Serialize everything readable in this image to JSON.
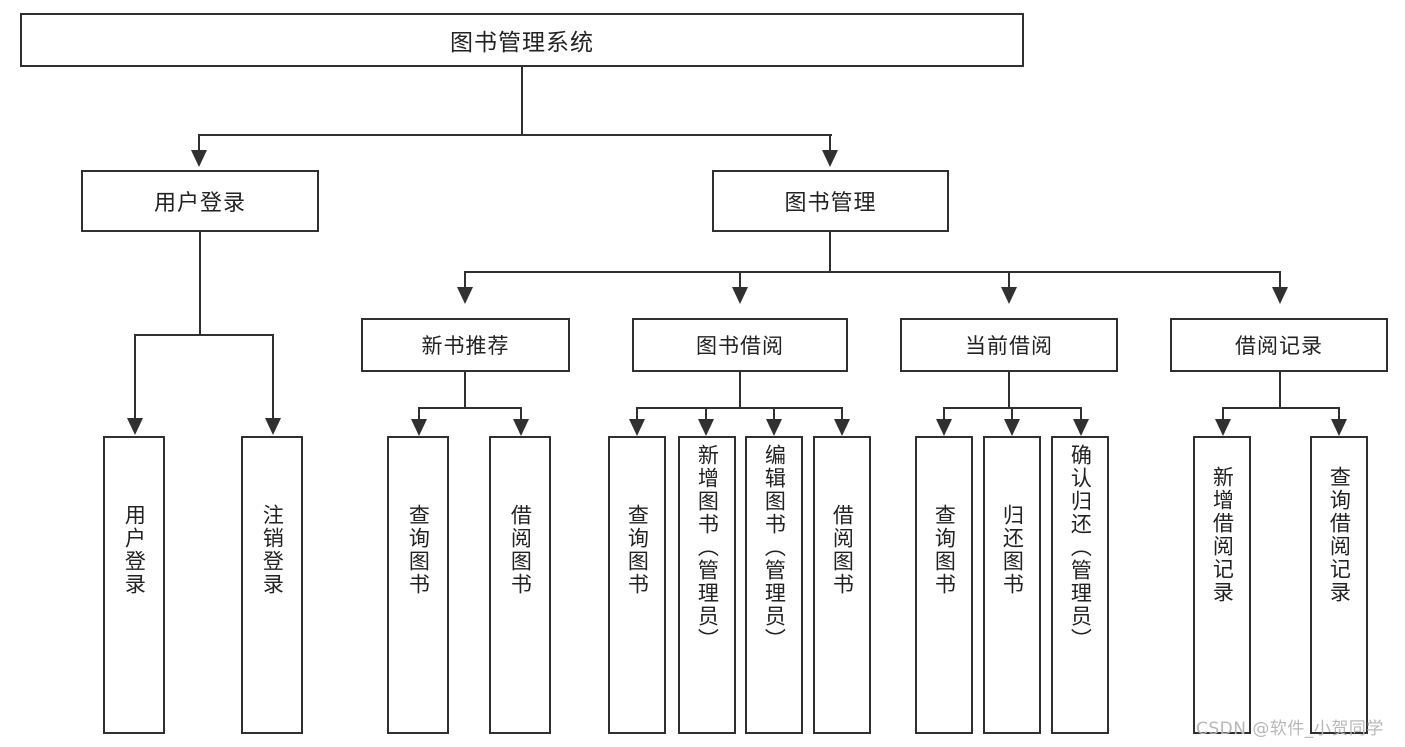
{
  "diagram": {
    "type": "tree-hierarchy-functional-decomposition",
    "root": {
      "label": "图书管理系统"
    },
    "level1": [
      {
        "label": "用户登录"
      },
      {
        "label": "图书管理"
      }
    ],
    "level2": [
      {
        "label": "新书推荐"
      },
      {
        "label": "图书借阅"
      },
      {
        "label": "当前借阅"
      },
      {
        "label": "借阅记录"
      }
    ],
    "leaves": {
      "user_login": [
        {
          "label": "用户登录"
        },
        {
          "label": "注销登录"
        }
      ],
      "new_book_recommend": [
        {
          "label": "查询图书"
        },
        {
          "label": "借阅图书"
        }
      ],
      "book_borrow": [
        {
          "label": "查询图书"
        },
        {
          "label": "新增图书（管理员）"
        },
        {
          "label": "编辑图书（管理员）"
        },
        {
          "label": "借阅图书"
        }
      ],
      "current_borrow": [
        {
          "label": "查询图书"
        },
        {
          "label": "归还图书"
        },
        {
          "label": "确认归还（管理员）"
        }
      ],
      "borrow_record": [
        {
          "label": "新增借阅记录"
        },
        {
          "label": "查询借阅记录"
        }
      ]
    }
  },
  "watermark": {
    "text": "CSDN @软件_小贺同学"
  },
  "colors": {
    "stroke": "#303030",
    "fill": "#ffffff",
    "text": "#222222",
    "watermark": "#b8b8b8"
  }
}
